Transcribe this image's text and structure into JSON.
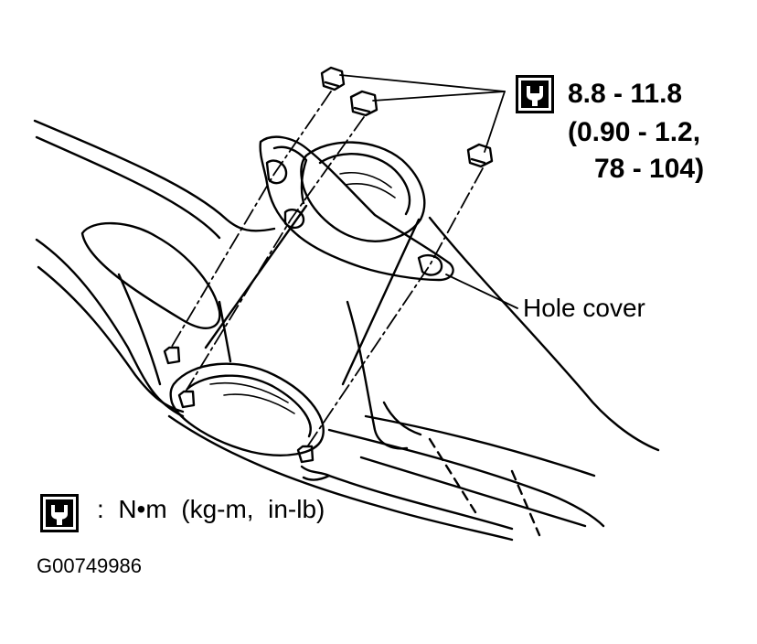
{
  "diagram": {
    "torque_spec": {
      "line1": "8.8 - 11.8",
      "line2": "(0.90 - 1.2,",
      "line3": "78 - 104)",
      "icon": "torque-wrench-icon"
    },
    "callouts": {
      "hole_cover": "Hole cover"
    },
    "legend": {
      "icon": "torque-wrench-icon",
      "units": ":  N•m  (kg-m,  in-lb)"
    },
    "figure_id": "G00749986",
    "colors": {
      "ink": "#000000",
      "paper": "#ffffff"
    }
  }
}
